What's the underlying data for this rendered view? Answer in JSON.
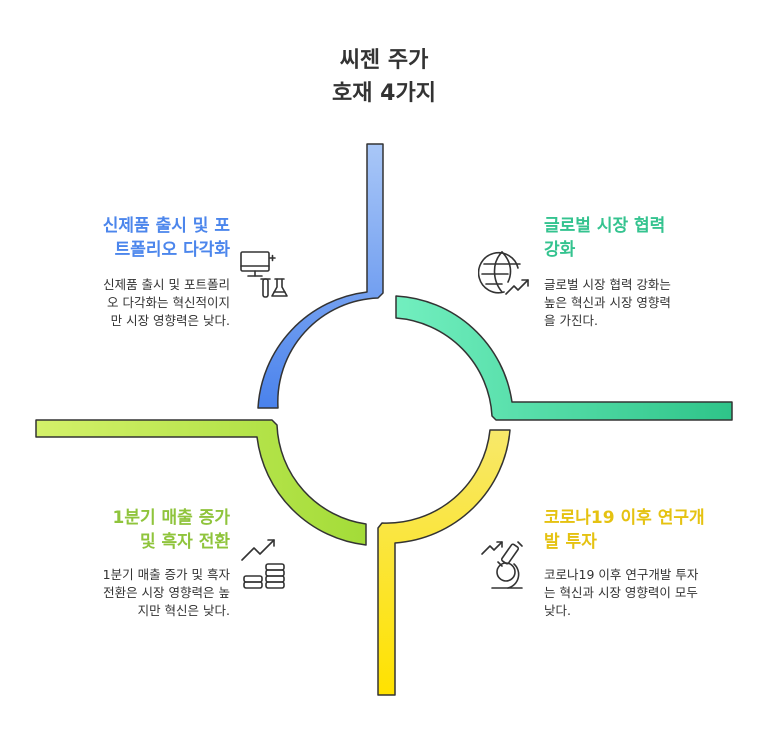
{
  "title": {
    "line1": "씨젠 주가",
    "line2": "호재 4가지"
  },
  "sections": [
    {
      "heading_lines": [
        "신제품 출시 및 포",
        "트폴리오 다각화"
      ],
      "desc_lines": [
        "신제품 출시 및 포트폴리",
        "오 다각화는 혁신적이지",
        "만 시장 영향력은 낮다."
      ],
      "color": "#4c86ec",
      "icon": "computer-lab-icon"
    },
    {
      "heading_lines": [
        "글로벌 시장 협력",
        "강화"
      ],
      "desc_lines": [
        "글로벌 시장 협력 강화는",
        "높은 혁신과 시장 영향력",
        "을 가진다."
      ],
      "color": "#34c38f",
      "icon": "globe-growth-icon"
    },
    {
      "heading_lines": [
        "1분기 매출 증가",
        "및 흑자 전환"
      ],
      "desc_lines": [
        "1분기 매출 증가 및 흑자",
        "전환은 시장 영향력은 높",
        "지만 혁신은 낮다."
      ],
      "color": "#8fc43c",
      "icon": "coins-growth-icon"
    },
    {
      "heading_lines": [
        "코로나19 이후 연구개",
        "발 투자"
      ],
      "desc_lines": [
        "코로나19 이후 연구개발 투자",
        "는 혁신과 시장 영향력이 모두",
        "낮다."
      ],
      "color": "#e5c211",
      "icon": "microscope-growth-icon"
    }
  ]
}
